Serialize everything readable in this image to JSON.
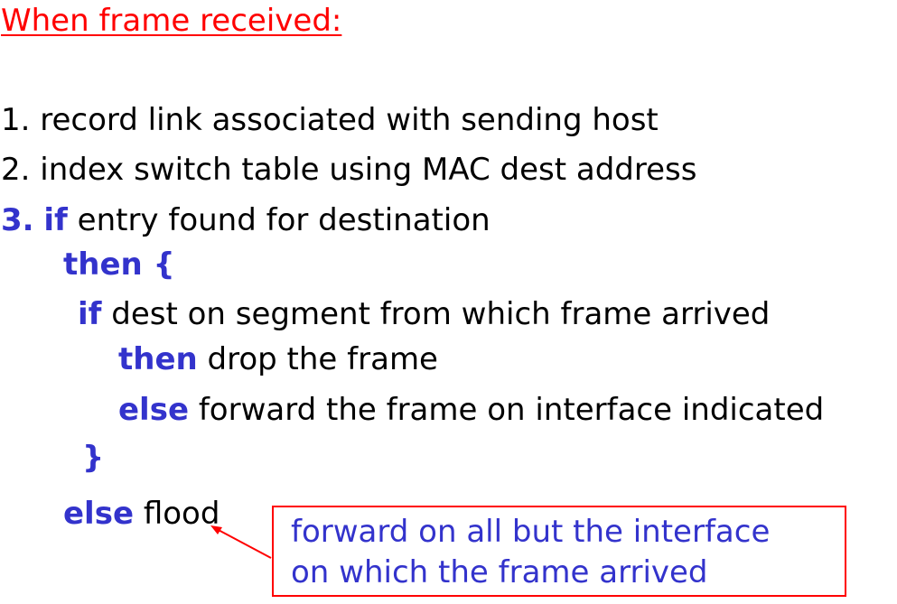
{
  "heading": "When  frame received:",
  "steps": [
    "1. record link associated with sending host",
    "2. index switch table using MAC dest address"
  ],
  "step3": {
    "number": "3.",
    "if_kw": "if",
    "condition": "entry found for destination",
    "then_kw": "then {",
    "inner_if_kw": "if",
    "inner_condition": "dest on segment from which frame arrived",
    "inner_then_kw": "then",
    "inner_then_action": "drop the frame",
    "inner_else_kw": "else",
    "inner_else_action": "forward the frame on interface indicated",
    "close_brace": "}",
    "else_kw": "else",
    "else_action": "flood"
  },
  "callout": {
    "line1": "forward on all but the interface",
    "line2": "on which the frame arrived"
  },
  "colors": {
    "heading": "#ff0000",
    "keyword": "#3333cc",
    "body_text": "#000000",
    "callout_border": "#ff0000",
    "callout_text": "#3333cc"
  }
}
